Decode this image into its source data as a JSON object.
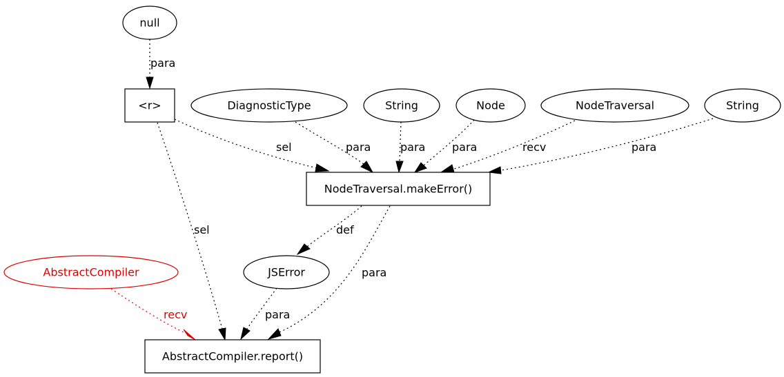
{
  "colors": {
    "default": "#000000",
    "highlight": "#e00000"
  },
  "nodes": {
    "null": {
      "label": "null",
      "shape": "ellipse",
      "color": "default"
    },
    "r": {
      "label": "<r>",
      "shape": "box",
      "color": "default"
    },
    "diagnostic_type": {
      "label": "DiagnosticType",
      "shape": "ellipse",
      "color": "default"
    },
    "string1": {
      "label": "String",
      "shape": "ellipse",
      "color": "default"
    },
    "node": {
      "label": "Node",
      "shape": "ellipse",
      "color": "default"
    },
    "node_traversal": {
      "label": "NodeTraversal",
      "shape": "ellipse",
      "color": "default"
    },
    "string2": {
      "label": "String",
      "shape": "ellipse",
      "color": "default"
    },
    "make_error": {
      "label": "NodeTraversal.makeError()",
      "shape": "box",
      "color": "default"
    },
    "abstract_compiler": {
      "label": "AbstractCompiler",
      "shape": "ellipse",
      "color": "highlight"
    },
    "jserror": {
      "label": "JSError",
      "shape": "ellipse",
      "color": "default"
    },
    "report": {
      "label": "AbstractCompiler.report()",
      "shape": "box",
      "color": "default"
    }
  },
  "edges": {
    "null_to_r": {
      "from": "null",
      "to": "r",
      "label": "para",
      "style": "dotted",
      "color": "default"
    },
    "r_to_make_error": {
      "from": "r",
      "to": "make_error",
      "label": "sel",
      "style": "dotted",
      "color": "default"
    },
    "diagnostic_type_to_make_error": {
      "from": "diagnostic_type",
      "to": "make_error",
      "label": "para",
      "style": "dotted",
      "color": "default"
    },
    "string1_to_make_error": {
      "from": "string1",
      "to": "make_error",
      "label": "para",
      "style": "dotted",
      "color": "default"
    },
    "node_to_make_error": {
      "from": "node",
      "to": "make_error",
      "label": "para",
      "style": "dotted",
      "color": "default"
    },
    "node_traversal_to_make_error": {
      "from": "node_traversal",
      "to": "make_error",
      "label": "recv",
      "style": "dotted",
      "color": "default"
    },
    "string2_to_make_error": {
      "from": "string2",
      "to": "make_error",
      "label": "para",
      "style": "dotted",
      "color": "default"
    },
    "r_to_report": {
      "from": "r",
      "to": "report",
      "label": "sel",
      "style": "dotted",
      "color": "default"
    },
    "make_error_to_jserror": {
      "from": "make_error",
      "to": "jserror",
      "label": "def",
      "style": "dotted",
      "color": "default"
    },
    "make_error_to_report": {
      "from": "make_error",
      "to": "report",
      "label": "para",
      "style": "dotted",
      "color": "default"
    },
    "jserror_to_report": {
      "from": "jserror",
      "to": "report",
      "label": "para",
      "style": "dotted",
      "color": "default"
    },
    "abstract_compiler_to_report": {
      "from": "abstract_compiler",
      "to": "report",
      "label": "recv",
      "style": "dotted",
      "color": "highlight"
    }
  }
}
